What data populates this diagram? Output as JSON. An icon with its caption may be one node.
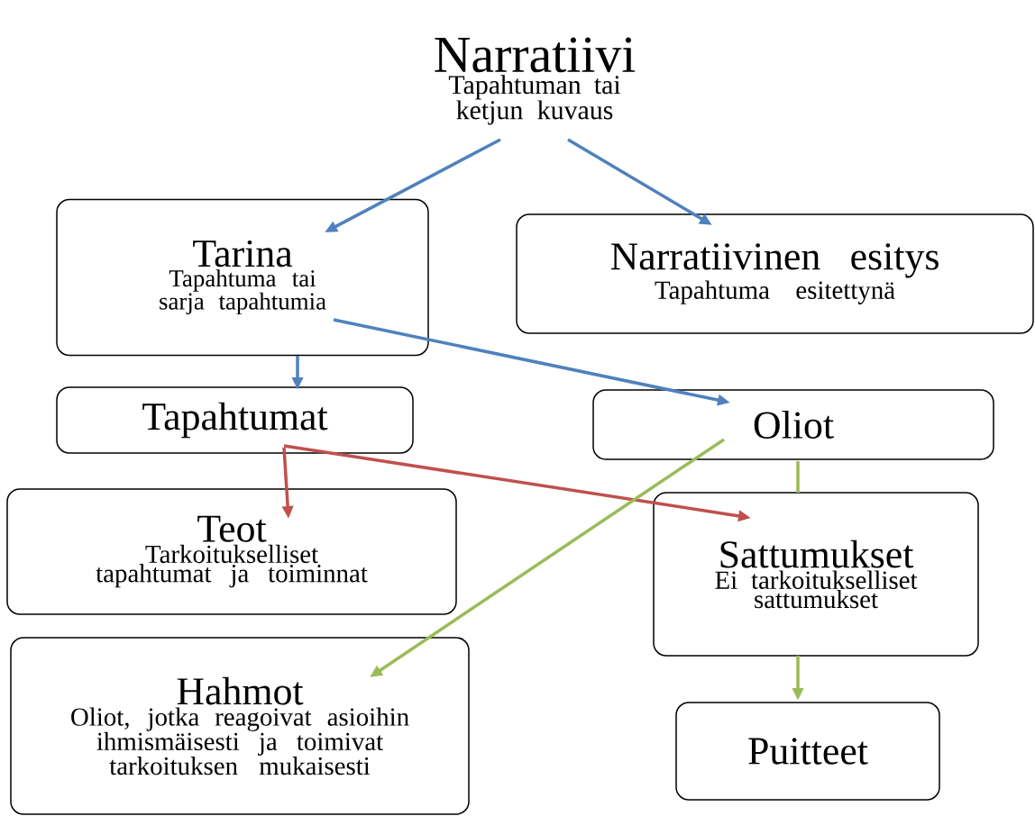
{
  "diagram": {
    "nodes": [
      {
        "text": [
          "Narratiivi",
          "Tapahtuman tai ketjun kuvaus"
        ]
      },
      {
        "text": [
          "Tarina",
          "Tapahtuma tai sarja tapahtumia"
        ]
      },
      {
        "text": [
          "Narratiivinen esitys",
          "Tapahtuma esitettynä"
        ]
      },
      {
        "text": [
          "Tapahtumat"
        ]
      },
      {
        "text": [
          "Oliot"
        ]
      },
      {
        "text": [
          "Teot",
          "Tarkoitukselliset tapahtumat ja toiminnat"
        ]
      },
      {
        "text": [
          "Sattumukset",
          "Ei tarkoitukselliset sattumukset"
        ]
      },
      {
        "text": [
          "Hahmot",
          "Oliot, jotka reagoivat asioihin ihmismäisesti ja toimivat tarkoituksen mukaisesti"
        ]
      },
      {
        "text": [
          "Puitteet"
        ]
      }
    ],
    "edges": [
      {
        "from": 0,
        "to": 1,
        "arrow": "to"
      },
      {
        "from": 0,
        "to": 2,
        "arrow": "to"
      },
      {
        "from": 1,
        "to": 3,
        "arrow": "to"
      },
      {
        "from": 1,
        "to": 4,
        "arrow": "to"
      },
      {
        "from": 3,
        "to": 5,
        "arrow": "to",
        "color": "#c0504d"
      },
      {
        "from": 3,
        "to": 6,
        "arrow": "to",
        "color": "#c0504d"
      },
      {
        "from": 4,
        "to": 7,
        "arrow": "to",
        "color": "#9bbb59"
      },
      {
        "from": 4,
        "to": 6,
        "arrow": "none",
        "color": "#9bbb59"
      },
      {
        "from": 6,
        "to": 8,
        "arrow": "to",
        "color": "#9bbb59"
      }
    ]
  }
}
